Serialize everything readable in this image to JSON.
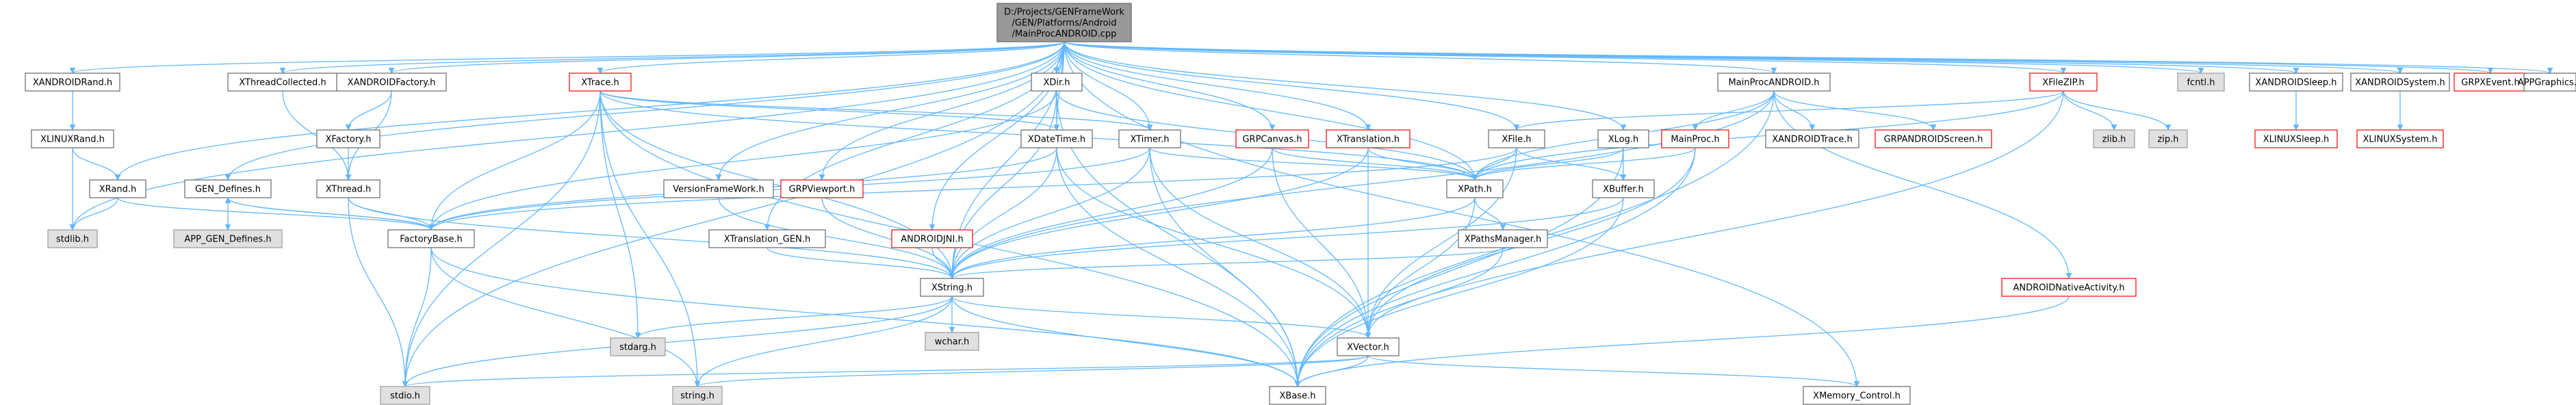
{
  "colors": {
    "edge": "#63b8ff",
    "node_fill": "#ffffff",
    "node_border": "#666666",
    "root_fill": "#999999",
    "root_border": "#666666",
    "ext_fill": "#e0e0e0",
    "ext_border": "#999999",
    "red_border": "#ff0000"
  },
  "root": {
    "id": "root",
    "lines": [
      "D:/Projects/GENFrameWork",
      "/GEN/Platforms/Android",
      "/MainProcANDROID.cpp"
    ]
  },
  "nodes": [
    {
      "id": "stdlib",
      "label": "stdlib.h",
      "style": "ext"
    },
    {
      "id": "xandroidrand",
      "label": "XANDROIDRand.h",
      "style": "normal"
    },
    {
      "id": "xlinuxrand",
      "label": "XLINUXRand.h",
      "style": "normal"
    },
    {
      "id": "xrand",
      "label": "XRand.h",
      "style": "normal"
    },
    {
      "id": "gendefines",
      "label": "GEN_Defines.h",
      "style": "normal"
    },
    {
      "id": "appgendefines",
      "label": "APP_GEN_Defines.h",
      "style": "ext"
    },
    {
      "id": "xthreadcollected",
      "label": "XThreadCollected.h",
      "style": "normal"
    },
    {
      "id": "xandroidfactory",
      "label": "XANDROIDFactory.h",
      "style": "normal"
    },
    {
      "id": "xfactory",
      "label": "XFactory.h",
      "style": "normal"
    },
    {
      "id": "xthread",
      "label": "XThread.h",
      "style": "normal"
    },
    {
      "id": "factorybase",
      "label": "FactoryBase.h",
      "style": "normal"
    },
    {
      "id": "stdio",
      "label": "stdio.h",
      "style": "ext"
    },
    {
      "id": "string",
      "label": "string.h",
      "style": "ext"
    },
    {
      "id": "xtrace",
      "label": "XTrace.h",
      "style": "red"
    },
    {
      "id": "stdarg",
      "label": "stdarg.h",
      "style": "ext"
    },
    {
      "id": "versionframework",
      "label": "VersionFrameWork.h",
      "style": "normal"
    },
    {
      "id": "xtranslationgen",
      "label": "XTranslation_GEN.h",
      "style": "normal"
    },
    {
      "id": "xstring",
      "label": "XString.h",
      "style": "normal"
    },
    {
      "id": "wchar",
      "label": "wchar.h",
      "style": "ext"
    },
    {
      "id": "androidjni",
      "label": "ANDROIDJNI.h",
      "style": "red"
    },
    {
      "id": "grpviewport",
      "label": "GRPViewport.h",
      "style": "red"
    },
    {
      "id": "xdir",
      "label": "XDir.h",
      "style": "normal"
    },
    {
      "id": "xdatetime",
      "label": "XDateTime.h",
      "style": "normal"
    },
    {
      "id": "xtimer",
      "label": "XTimer.h",
      "style": "normal"
    },
    {
      "id": "grpcanvas",
      "label": "GRPCanvas.h",
      "style": "red"
    },
    {
      "id": "xtranslation",
      "label": "XTranslation.h",
      "style": "red"
    },
    {
      "id": "xvector",
      "label": "XVector.h",
      "style": "normal"
    },
    {
      "id": "xbase",
      "label": "XBase.h",
      "style": "normal"
    },
    {
      "id": "xmemorycontrol",
      "label": "XMemory_Control.h",
      "style": "normal"
    },
    {
      "id": "xfile",
      "label": "XFile.h",
      "style": "normal"
    },
    {
      "id": "xpath",
      "label": "XPath.h",
      "style": "normal"
    },
    {
      "id": "xpathsmanager",
      "label": "XPathsManager.h",
      "style": "normal"
    },
    {
      "id": "xlog",
      "label": "XLog.h",
      "style": "normal"
    },
    {
      "id": "xbuffer",
      "label": "XBuffer.h",
      "style": "normal"
    },
    {
      "id": "mainprocandroid",
      "label": "MainProcANDROID.h",
      "style": "normal"
    },
    {
      "id": "mainproc",
      "label": "MainProc.h",
      "style": "red"
    },
    {
      "id": "xandroidtrace",
      "label": "XANDROIDTrace.h",
      "style": "normal"
    },
    {
      "id": "grpandroidscreen",
      "label": "GRPANDROIDScreen.h",
      "style": "red"
    },
    {
      "id": "androidnativeactivity",
      "label": "ANDROIDNativeActivity.h",
      "style": "red"
    },
    {
      "id": "xfilezip",
      "label": "XFileZIP.h",
      "style": "red"
    },
    {
      "id": "zlib",
      "label": "zlib.h",
      "style": "ext"
    },
    {
      "id": "zip",
      "label": "zip.h",
      "style": "ext"
    },
    {
      "id": "fcntl",
      "label": "fcntl.h",
      "style": "ext"
    },
    {
      "id": "xandroidsleep",
      "label": "XANDROIDSleep.h",
      "style": "normal"
    },
    {
      "id": "xlinuxsleep",
      "label": "XLINUXSleep.h",
      "style": "red"
    },
    {
      "id": "xandroidsystem",
      "label": "XANDROIDSystem.h",
      "style": "normal"
    },
    {
      "id": "xlinuxsystem",
      "label": "XLINUXSystem.h",
      "style": "red"
    },
    {
      "id": "grpxevent",
      "label": "GRPXEvent.h",
      "style": "red"
    },
    {
      "id": "appgraphics",
      "label": "APPGraphics.h",
      "style": "normal"
    }
  ],
  "edges": [
    [
      "root",
      "stdlib"
    ],
    [
      "root",
      "xandroidrand"
    ],
    [
      "root",
      "xrand"
    ],
    [
      "root",
      "gendefines"
    ],
    [
      "root",
      "xthreadcollected"
    ],
    [
      "root",
      "xandroidfactory"
    ],
    [
      "root",
      "xtrace"
    ],
    [
      "root",
      "stdio"
    ],
    [
      "root",
      "versionframework"
    ],
    [
      "root",
      "xtranslationgen"
    ],
    [
      "root",
      "xstring"
    ],
    [
      "root",
      "androidjni"
    ],
    [
      "root",
      "grpviewport"
    ],
    [
      "root",
      "xdir"
    ],
    [
      "root",
      "xdatetime"
    ],
    [
      "root",
      "xtimer"
    ],
    [
      "root",
      "grpcanvas"
    ],
    [
      "root",
      "xtranslation"
    ],
    [
      "root",
      "xfile"
    ],
    [
      "root",
      "xpath"
    ],
    [
      "root",
      "xlog"
    ],
    [
      "root",
      "mainprocandroid"
    ],
    [
      "root",
      "xfilezip"
    ],
    [
      "root",
      "fcntl"
    ],
    [
      "root",
      "xandroidsleep"
    ],
    [
      "root",
      "xandroidsystem"
    ],
    [
      "root",
      "grpxevent"
    ],
    [
      "root",
      "appgraphics"
    ],
    [
      "root",
      "xmemorycontrol"
    ],
    [
      "xandroidrand",
      "xlinuxrand"
    ],
    [
      "xlinuxrand",
      "xrand"
    ],
    [
      "xlinuxrand",
      "stdlib"
    ],
    [
      "xrand",
      "stdlib"
    ],
    [
      "xrand",
      "factorybase"
    ],
    [
      "gendefines",
      "appgendefines"
    ],
    [
      "gendefines",
      "factorybase"
    ],
    [
      "factorybase",
      "gendefines"
    ],
    [
      "xthreadcollected",
      "xthread"
    ],
    [
      "xandroidfactory",
      "xfactory"
    ],
    [
      "xandroidfactory",
      "xthread"
    ],
    [
      "xfactory",
      "xthread"
    ],
    [
      "xthread",
      "factorybase"
    ],
    [
      "xthread",
      "xstring"
    ],
    [
      "xthread",
      "stdio"
    ],
    [
      "factorybase",
      "stdio"
    ],
    [
      "factorybase",
      "string"
    ],
    [
      "factorybase",
      "xbase"
    ],
    [
      "xtrace",
      "xdatetime"
    ],
    [
      "xtrace",
      "xtimer"
    ],
    [
      "xtrace",
      "xpath"
    ],
    [
      "xtrace",
      "xstring"
    ],
    [
      "xtrace",
      "stdarg"
    ],
    [
      "xtrace",
      "stdio"
    ],
    [
      "xtrace",
      "string"
    ],
    [
      "xtrace",
      "xbase"
    ],
    [
      "xtrace",
      "factorybase"
    ],
    [
      "versionframework",
      "xstring"
    ],
    [
      "xtranslationgen",
      "xstring"
    ],
    [
      "androidjni",
      "xstring"
    ],
    [
      "grpviewport",
      "xstring"
    ],
    [
      "xstring",
      "stdarg"
    ],
    [
      "xstring",
      "wchar"
    ],
    [
      "xstring",
      "xvector"
    ],
    [
      "xstring",
      "xbase"
    ],
    [
      "xstring",
      "stdio"
    ],
    [
      "xstring",
      "string"
    ],
    [
      "xdir",
      "xdatetime"
    ],
    [
      "xdir",
      "xpath"
    ],
    [
      "xdir",
      "xstring"
    ],
    [
      "xdir",
      "factorybase"
    ],
    [
      "xdir",
      "xbase"
    ],
    [
      "xdatetime",
      "xstring"
    ],
    [
      "xdatetime",
      "factorybase"
    ],
    [
      "xdatetime",
      "xbase"
    ],
    [
      "xdatetime",
      "xvector"
    ],
    [
      "xtimer",
      "xstring"
    ],
    [
      "xtimer",
      "xbase"
    ],
    [
      "xtimer",
      "factorybase"
    ],
    [
      "xtimer",
      "xvector"
    ],
    [
      "xtimer",
      "xpath"
    ],
    [
      "grpcanvas",
      "xpath"
    ],
    [
      "grpcanvas",
      "xstring"
    ],
    [
      "grpcanvas",
      "xvector"
    ],
    [
      "xtranslation",
      "xpath"
    ],
    [
      "xtranslation",
      "xstring"
    ],
    [
      "xtranslation",
      "xvector"
    ],
    [
      "xfile",
      "xpath"
    ],
    [
      "xfile",
      "xbuffer"
    ],
    [
      "xfile",
      "xvector"
    ],
    [
      "xfile",
      "factorybase"
    ],
    [
      "xpath",
      "xpathsmanager"
    ],
    [
      "xpath",
      "xstring"
    ],
    [
      "xpath",
      "xvector"
    ],
    [
      "xpathsmanager",
      "xstring"
    ],
    [
      "xpathsmanager",
      "xvector"
    ],
    [
      "xlog",
      "xbuffer"
    ],
    [
      "xlog",
      "xpath"
    ],
    [
      "xlog",
      "xbase"
    ],
    [
      "xbuffer",
      "xstring"
    ],
    [
      "xbuffer",
      "xbase"
    ],
    [
      "mainprocandroid",
      "mainproc"
    ],
    [
      "mainprocandroid",
      "xandroidtrace"
    ],
    [
      "mainprocandroid",
      "grpandroidscreen"
    ],
    [
      "mainprocandroid",
      "androidnativeactivity"
    ],
    [
      "mainprocandroid",
      "xpath"
    ],
    [
      "mainprocandroid",
      "xstring"
    ],
    [
      "mainprocandroid",
      "xbase"
    ],
    [
      "mainproc",
      "xpath"
    ],
    [
      "mainproc",
      "xvector"
    ],
    [
      "mainproc",
      "xbase"
    ],
    [
      "androidnativeactivity",
      "xbase"
    ],
    [
      "xfilezip",
      "zlib"
    ],
    [
      "xfilezip",
      "zip"
    ],
    [
      "xfilezip",
      "xfile"
    ],
    [
      "xfilezip",
      "xpath"
    ],
    [
      "xfilezip",
      "xbase"
    ],
    [
      "xvector",
      "xbase"
    ],
    [
      "xvector",
      "xmemorycontrol"
    ],
    [
      "xvector",
      "stdio"
    ],
    [
      "xvector",
      "string"
    ],
    [
      "xandroidsleep",
      "xlinuxsleep"
    ],
    [
      "xandroidsystem",
      "xlinuxsystem"
    ]
  ]
}
